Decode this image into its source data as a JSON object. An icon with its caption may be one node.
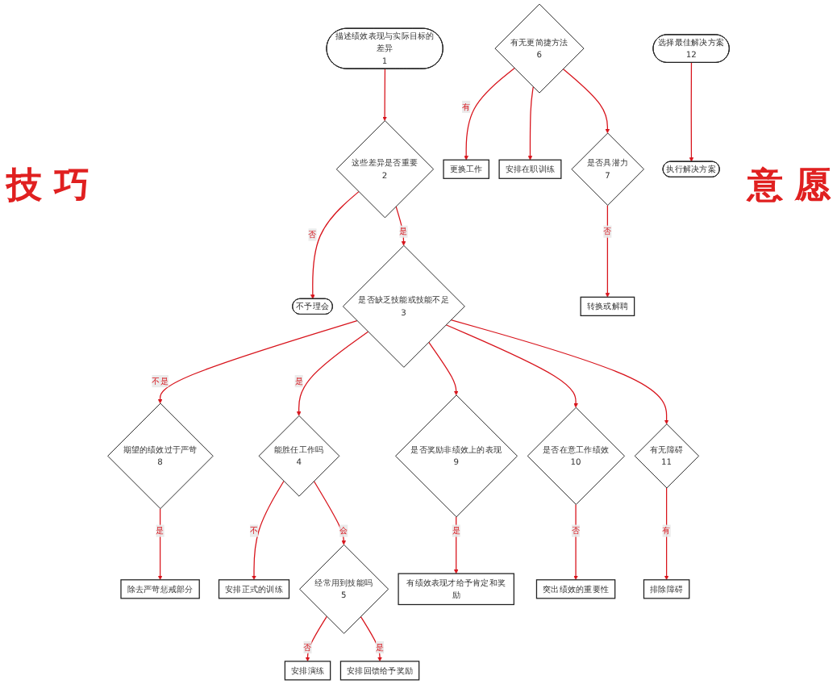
{
  "diagram": {
    "nodes": [
      {
        "text": [
          "描述绩效表现与实际目标的差异",
          "1"
        ]
      },
      {
        "text": [
          "这些差异是否重要",
          "2"
        ]
      },
      {
        "text": [
          "不予理会"
        ]
      },
      {
        "text": [
          "是否缺乏技能或技能不足",
          "3"
        ]
      },
      {
        "text": [
          "能胜任工作吗",
          "4"
        ]
      },
      {
        "text": [
          "期望的绩效过于严苛",
          "8"
        ]
      },
      {
        "text": [
          "除去严苛惩戒部分"
        ]
      },
      {
        "text": [
          "安排正式的训练"
        ]
      },
      {
        "text": [
          "经常用到技能吗",
          "5"
        ]
      },
      {
        "text": [
          "是否奖励非绩效上的表现",
          "9"
        ]
      },
      {
        "text": [
          "有绩效表现才给予肯定和奖励"
        ]
      },
      {
        "text": [
          "安排演练"
        ]
      },
      {
        "text": [
          "是否在意工作绩效",
          "10"
        ]
      },
      {
        "text": [
          "突出绩效的重要性"
        ]
      },
      {
        "text": [
          "安排回馈给予奖励"
        ]
      },
      {
        "text": [
          "有无障碍",
          "11"
        ]
      },
      {
        "text": [
          "排除障碍"
        ]
      },
      {
        "text": [
          "有无更简捷方法",
          "6"
        ]
      },
      {
        "text": [
          "更换工作"
        ]
      },
      {
        "text": [
          "安排在职训练"
        ]
      },
      {
        "text": [
          "是否具潜力",
          "7"
        ]
      },
      {
        "text": [
          "转换或解聘"
        ]
      },
      {
        "text": [
          "选择最佳解决方案",
          "12"
        ]
      },
      {
        "text": [
          "执行解决方案"
        ]
      }
    ],
    "edges": [
      {
        "from": 0,
        "to": 1,
        "arrow": "to"
      },
      {
        "from": 1,
        "to": 2,
        "arrow": "to",
        "label": "否"
      },
      {
        "from": 1,
        "to": 3,
        "arrow": "to",
        "label": "是"
      },
      {
        "from": 3,
        "to": 4,
        "arrow": "to",
        "label": "是"
      },
      {
        "from": 3,
        "to": 5,
        "arrow": "to",
        "label": "不是"
      },
      {
        "from": 3,
        "to": 9,
        "arrow": "to"
      },
      {
        "from": 3,
        "to": 12,
        "arrow": "to"
      },
      {
        "from": 3,
        "to": 15,
        "arrow": "to"
      },
      {
        "from": 4,
        "to": 7,
        "arrow": "to",
        "label": "不"
      },
      {
        "from": 4,
        "to": 8,
        "arrow": "to",
        "label": "会"
      },
      {
        "from": 8,
        "to": 11,
        "arrow": "to",
        "label": "否"
      },
      {
        "from": 8,
        "to": 14,
        "arrow": "to",
        "label": "是"
      },
      {
        "from": 5,
        "to": 6,
        "arrow": "to",
        "label": "是"
      },
      {
        "from": 9,
        "to": 10,
        "arrow": "to",
        "label": "是"
      },
      {
        "from": 12,
        "to": 13,
        "arrow": "to",
        "label": "否"
      },
      {
        "from": 15,
        "to": 16,
        "arrow": "to",
        "label": "有"
      },
      {
        "from": 17,
        "to": 18,
        "arrow": "to",
        "label": "有"
      },
      {
        "from": 17,
        "to": 19,
        "arrow": "to"
      },
      {
        "from": 17,
        "to": 20,
        "arrow": "to"
      },
      {
        "from": 20,
        "to": 21,
        "arrow": "to",
        "label": "否"
      },
      {
        "from": 22,
        "to": 23,
        "arrow": "to"
      }
    ],
    "labels": [
      "技 巧",
      "意 愿"
    ]
  }
}
